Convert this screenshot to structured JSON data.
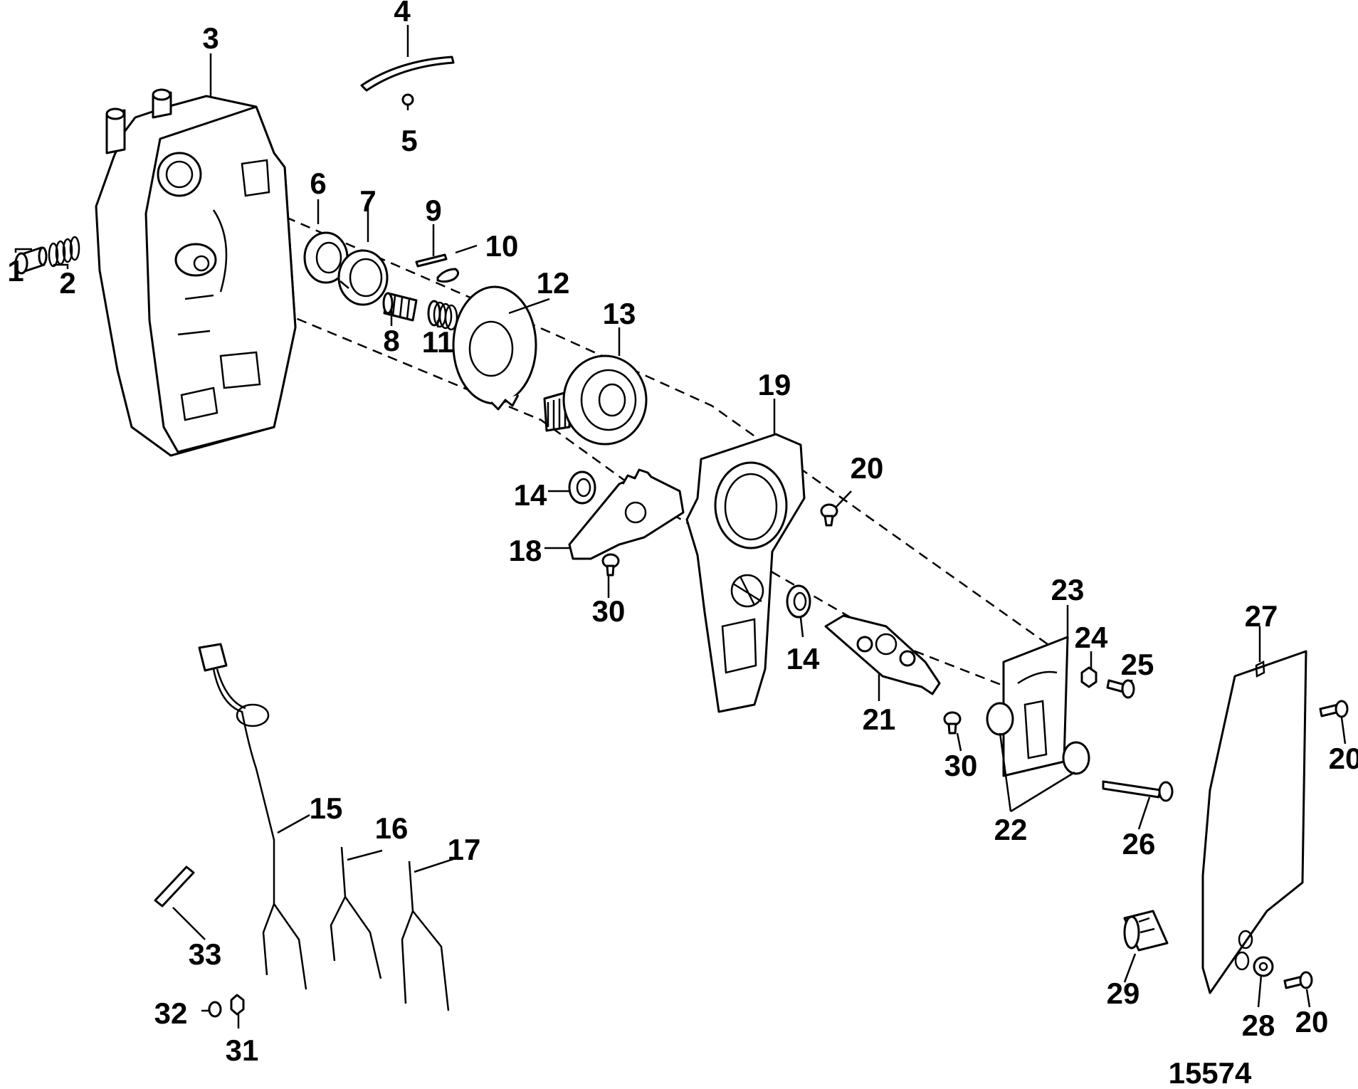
{
  "figure_number": "15574",
  "callouts": [
    "1",
    "2",
    "3",
    "4",
    "5",
    "6",
    "7",
    "8",
    "9",
    "10",
    "11",
    "12",
    "13",
    "14",
    "15",
    "16",
    "17",
    "18",
    "19",
    "20",
    "21",
    "22",
    "23",
    "24",
    "25",
    "26",
    "27",
    "28",
    "29",
    "30",
    "31",
    "32",
    "33"
  ]
}
